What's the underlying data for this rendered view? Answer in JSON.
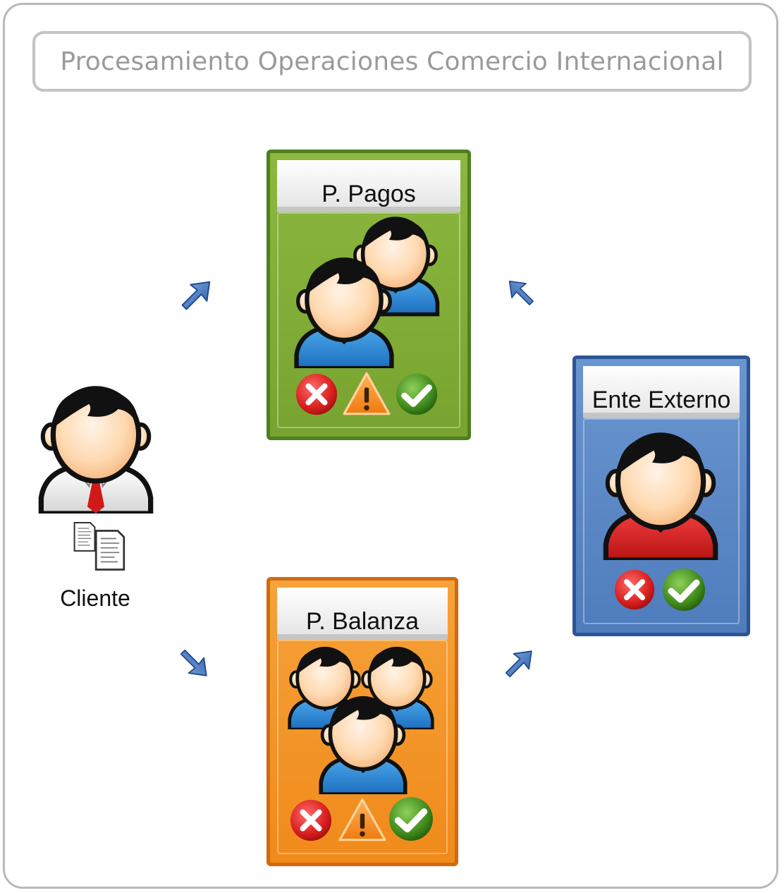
{
  "title": "Procesamiento Operaciones Comercio Internacional",
  "client": {
    "label": "Cliente"
  },
  "cards": {
    "pagos": {
      "title": "P. Pagos",
      "color": "#78a330",
      "status_icons": [
        "reject-icon",
        "warning-icon",
        "approve-icon"
      ]
    },
    "balanza": {
      "title": "P. Balanza",
      "color": "#f08a1a",
      "status_icons": [
        "reject-icon",
        "warning-icon",
        "approve-icon"
      ]
    },
    "ente": {
      "title": "Ente Externo",
      "color": "#4f7cbc",
      "status_icons": [
        "reject-icon",
        "approve-icon"
      ]
    }
  },
  "colors": {
    "reject": "#d81e1e",
    "warning": "#f28c1e",
    "approve": "#3f8a1c",
    "arrow": "#3f6fb8"
  }
}
